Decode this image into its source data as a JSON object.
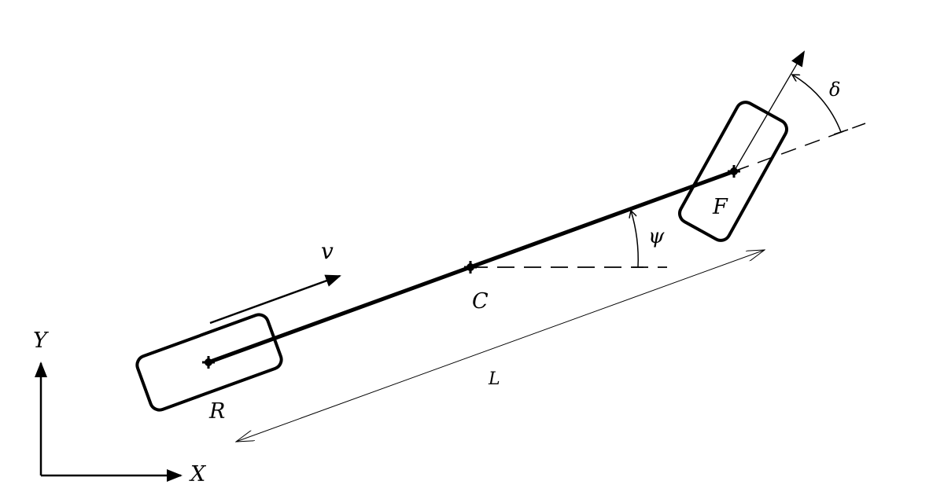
{
  "labels": {
    "rear": "R",
    "center": "C",
    "front": "F",
    "velocity": "v",
    "length": "L",
    "heading_angle": "ψ",
    "steering_angle": "δ",
    "x_axis": "X",
    "y_axis": "Y"
  },
  "colors": {
    "stroke": "#000000",
    "background": "#ffffff"
  }
}
